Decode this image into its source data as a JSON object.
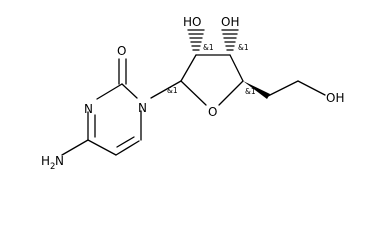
{
  "molecule": {
    "atoms": {
      "carbonyl_oxygen": "O",
      "ring_n3": "N",
      "ring_n1": "N",
      "amino_n": "H",
      "amino_n_sub": "2",
      "amino_n_suffix": "N",
      "ring_oxygen": "O",
      "hydroxyl_c2": "HO",
      "hydroxyl_c3": "OH",
      "hydroxyl_terminal": "OH"
    },
    "stereo_labels": {
      "c1": "&1",
      "c2": "&1",
      "c3": "&1",
      "c4": "&1"
    }
  },
  "colors": {
    "bond": "#000000",
    "text": "#000000",
    "background": "#ffffff"
  }
}
